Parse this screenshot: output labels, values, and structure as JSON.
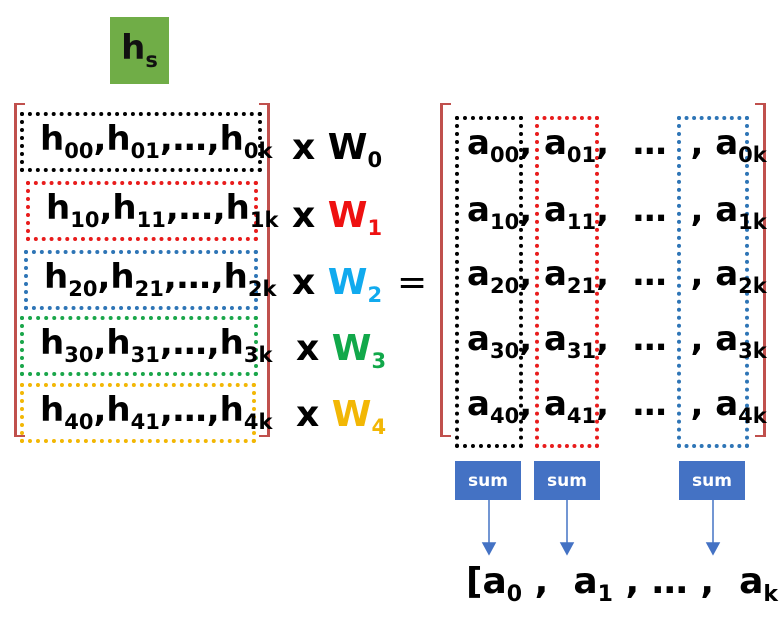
{
  "hs_label": {
    "base": "h",
    "sub": "s"
  },
  "h_rows": [
    {
      "parts": [
        [
          "h",
          "00"
        ],
        [
          "h",
          "01"
        ],
        [
          "h",
          "0k"
        ]
      ],
      "sep": ",",
      "ellipsis": "…"
    },
    {
      "parts": [
        [
          "h",
          "10"
        ],
        [
          "h",
          "11"
        ],
        [
          "h",
          "1k"
        ]
      ],
      "sep": ",",
      "ellipsis": "…"
    },
    {
      "parts": [
        [
          "h",
          "20"
        ],
        [
          "h",
          "21"
        ],
        [
          "h",
          "2k"
        ]
      ],
      "sep": ",",
      "ellipsis": "…"
    },
    {
      "parts": [
        [
          "h",
          "30"
        ],
        [
          "h",
          "31"
        ],
        [
          "h",
          "3k"
        ]
      ],
      "sep": ",",
      "ellipsis": "…"
    },
    {
      "parts": [
        [
          "h",
          "40"
        ],
        [
          "h",
          "41"
        ],
        [
          "h",
          "4k"
        ]
      ],
      "sep": ",",
      "ellipsis": "…"
    }
  ],
  "h_row_border_colors": [
    "#000000",
    "#e81c1c",
    "#2e75b6",
    "#1aa64a",
    "#f2b705"
  ],
  "times_symbol": "x",
  "weights": [
    {
      "base": "W",
      "sub": "0",
      "color": "#000000"
    },
    {
      "base": "W",
      "sub": "1",
      "color": "#ee1111"
    },
    {
      "base": "W",
      "sub": "2",
      "color": "#11aaee"
    },
    {
      "base": "W",
      "sub": "3",
      "color": "#11a84a"
    },
    {
      "base": "W",
      "sub": "4",
      "color": "#f2b705"
    }
  ],
  "equals": "=",
  "a_rows": [
    [
      [
        "a",
        "00"
      ],
      [
        "a",
        "01"
      ],
      [
        "a",
        "0k"
      ]
    ],
    [
      [
        "a",
        "10"
      ],
      [
        "a",
        "11"
      ],
      [
        "a",
        "1k"
      ]
    ],
    [
      [
        "a",
        "20"
      ],
      [
        "a",
        "21"
      ],
      [
        "a",
        "2k"
      ]
    ],
    [
      [
        "a",
        "30"
      ],
      [
        "a",
        "31"
      ],
      [
        "a",
        "3k"
      ]
    ],
    [
      [
        "a",
        "40"
      ],
      [
        "a",
        "41"
      ],
      [
        "a",
        "4k"
      ]
    ]
  ],
  "a_sep": ",",
  "a_dots": "…",
  "column_border_colors": [
    "#000000",
    "#e81c1c",
    "#2e75b6"
  ],
  "sum_label": "sum",
  "final": {
    "open": "[",
    "close": "]",
    "sep": ",",
    "dots": "…",
    "items": [
      [
        "a",
        "0"
      ],
      [
        "a",
        "1"
      ],
      [
        "a",
        "k"
      ]
    ]
  },
  "colors": {
    "bracket": "#c0504d",
    "hs_bg": "#70ad47",
    "sum_bg": "#4472c4",
    "arrow": "#4472c4"
  }
}
